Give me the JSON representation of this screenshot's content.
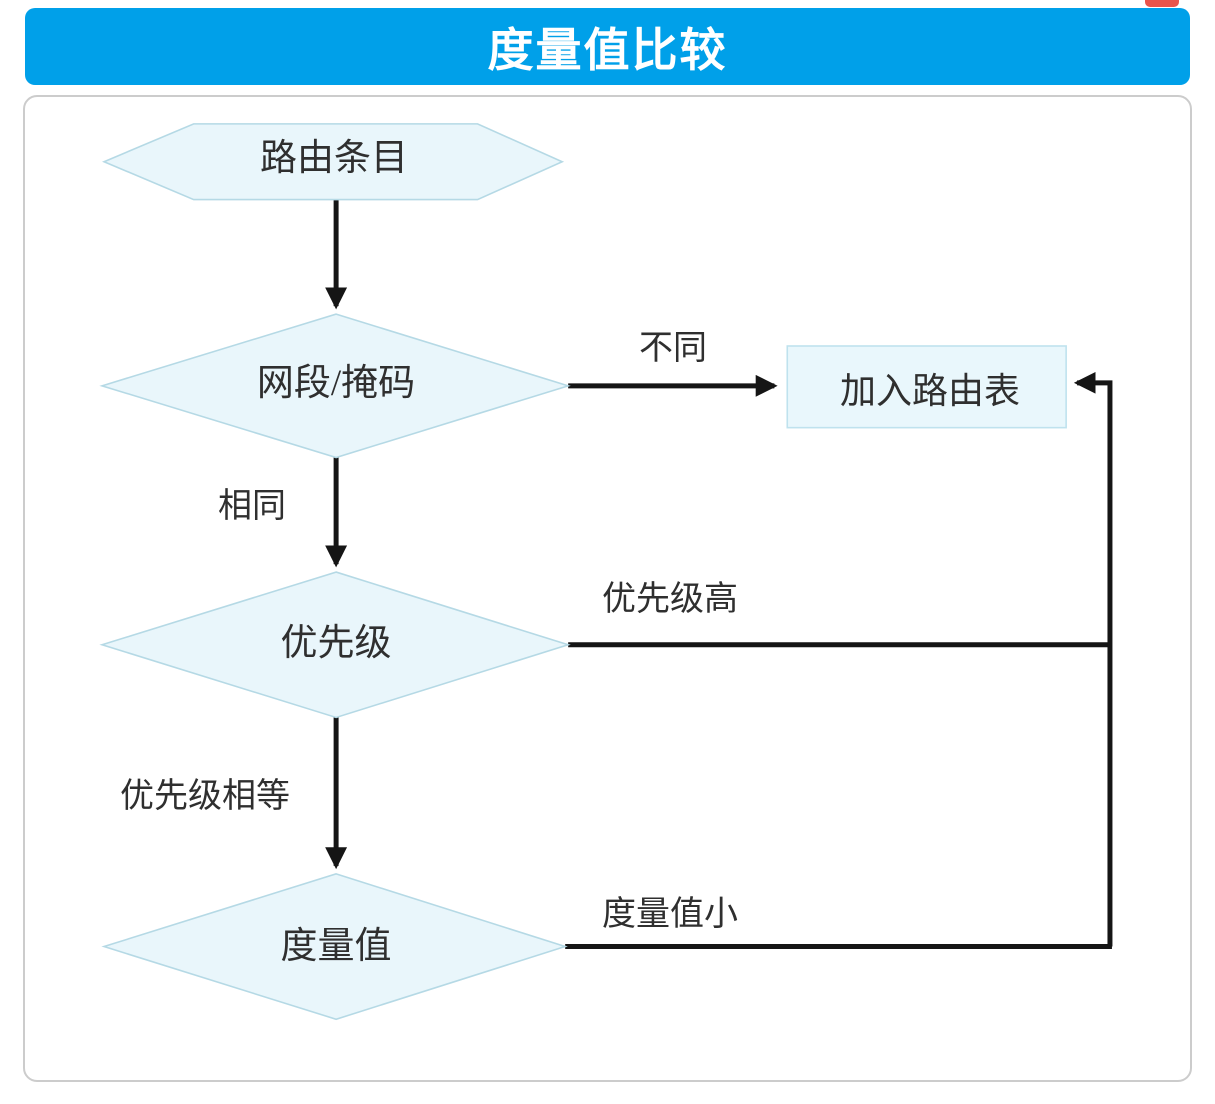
{
  "header": {
    "title": "度量值比较",
    "bg_color": "#00a0e9",
    "text_color": "#ffffff"
  },
  "decorations": {
    "red_fragment_color": "#e9544b"
  },
  "colors": {
    "shape_fill": "#e9f6fb",
    "shape_border": "#b5d9e5",
    "rect_fill": "#e9f7fc",
    "rect_border": "#bfe2ee",
    "line_color": "#151515",
    "text_color": "#2f2f2f",
    "panel_border": "#cccccc"
  },
  "flowchart": {
    "nodes": [
      {
        "id": "route-entry",
        "type": "hexagon",
        "label": "路由条目"
      },
      {
        "id": "net-mask",
        "type": "diamond",
        "label": "网段/掩码"
      },
      {
        "id": "priority",
        "type": "diamond",
        "label": "优先级"
      },
      {
        "id": "metric",
        "type": "diamond",
        "label": "度量值"
      },
      {
        "id": "add-route-table",
        "type": "rectangle",
        "label": "加入路由表"
      }
    ],
    "edge_labels": {
      "different": "不同",
      "same": "相同",
      "priority_high": "优先级高",
      "priority_equal": "优先级相等",
      "metric_small": "度量值小"
    }
  }
}
